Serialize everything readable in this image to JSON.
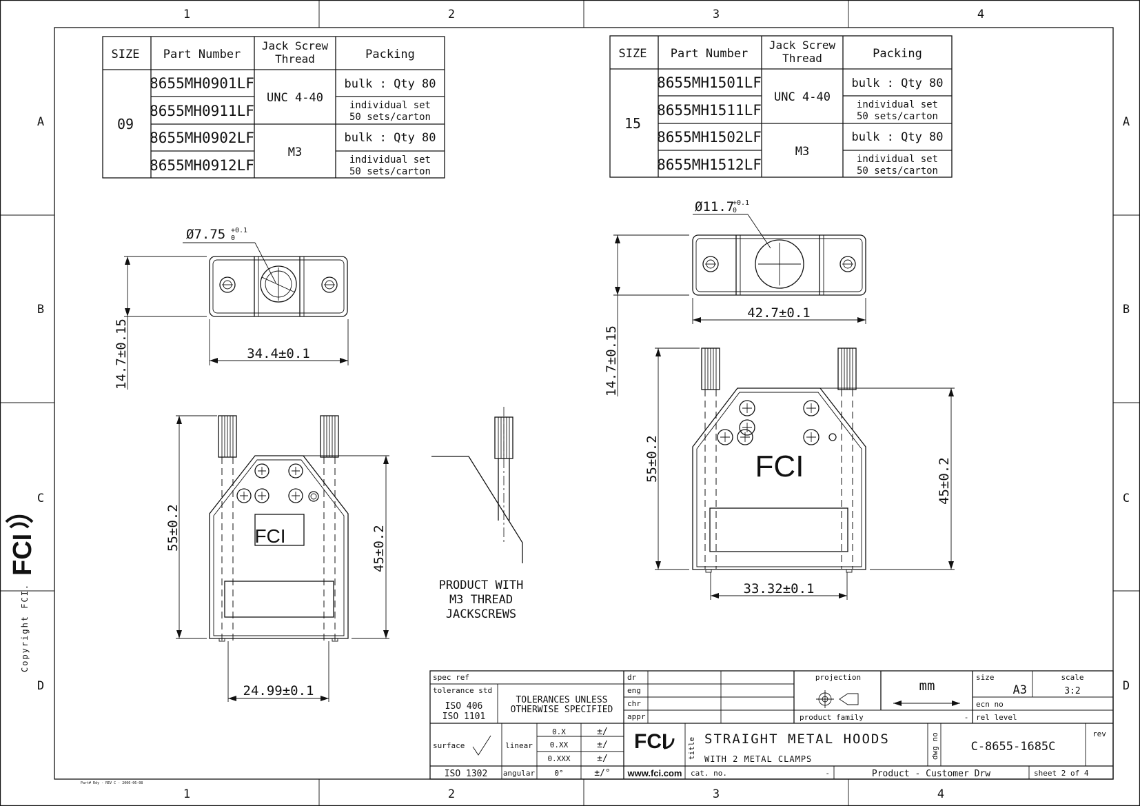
{
  "grid": {
    "columns": [
      "1",
      "2",
      "3",
      "4"
    ],
    "rows": [
      "A",
      "B",
      "C",
      "D"
    ]
  },
  "sidebar": {
    "copyright": "Copyright FCI.",
    "logo": "FCI"
  },
  "footer_note": "Part# Rdy - REV C - 2006-06-08",
  "table_left": {
    "headers": [
      "SIZE",
      "Part Number",
      "Jack Screw Thread",
      "Packing"
    ],
    "size": "09",
    "parts": [
      "8655MH0901LF",
      "8655MH0911LF",
      "8655MH0902LF",
      "8655MH0912LF"
    ],
    "threads": [
      "UNC 4-40",
      "M3"
    ],
    "packing": [
      [
        "bulk : Qty 80"
      ],
      [
        "individual  set",
        "50 sets/carton"
      ],
      [
        "bulk : Qty 80"
      ],
      [
        "individual  set",
        "50 sets/carton"
      ]
    ]
  },
  "table_right": {
    "headers": [
      "SIZE",
      "Part Number",
      "Jack Screw Thread",
      "Packing"
    ],
    "size": "15",
    "parts": [
      "8655MH1501LF",
      "8655MH1511LF",
      "8655MH1502LF",
      "8655MH1512LF"
    ],
    "threads": [
      "UNC 4-40",
      "M3"
    ],
    "packing": [
      [
        "bulk : Qty 80"
      ],
      [
        "individual  set",
        "50 sets/carton"
      ],
      [
        "bulk : Qty 80"
      ],
      [
        "individual  set",
        "50 sets/carton"
      ]
    ]
  },
  "dims_left": {
    "dia": "Ø7.75",
    "dia_tol_up": "+0.1",
    "dia_tol_low": "0",
    "width_top": "34.4±0.1",
    "height_top": "14.7±0.15",
    "height_total": "55±0.2",
    "height_body": "45±0.2",
    "width_bottom": "24.99±0.1",
    "logo": "FCI"
  },
  "dims_right": {
    "dia": "Ø11.7",
    "dia_tol_up": "+0.1",
    "dia_tol_low": "0",
    "width_top": "42.7±0.1",
    "height_top": "14.7±0.15",
    "height_total": "55±0.2",
    "height_body": "45±0.2",
    "width_bottom": "33.32±0.1",
    "logo": "FCI"
  },
  "note_m3": [
    "PRODUCT WITH",
    "M3 THREAD",
    "JACKSCREWS"
  ],
  "title_block": {
    "spec_ref": "spec ref",
    "tolerance_std": "tolerance std",
    "tolerances_note": [
      "TOLERANCES UNLESS",
      "OTHERWISE SPECIFIED"
    ],
    "iso": [
      "ISO 406",
      "ISO 1101"
    ],
    "surface": "surface",
    "linear": "linear",
    "angular": "angular",
    "iso_1302": "ISO 1302",
    "lin_rows": [
      [
        "0.X",
        "±/"
      ],
      [
        "0.XX",
        "±/"
      ],
      [
        "0.XXX",
        "±/"
      ]
    ],
    "ang_row": [
      "0°",
      "±/°"
    ],
    "roles": [
      "dr",
      "eng",
      "chr",
      "appr"
    ],
    "projection": "projection",
    "units": "mm",
    "size_label": "size",
    "size_value": "A3",
    "scale_label": "scale",
    "scale_value": "3:2",
    "ecn_no": "ecn no",
    "product_family": "product family",
    "dash": "-",
    "rel_level": "rel level",
    "title_label": "title",
    "title_line1": "STRAIGHT METAL HOODS",
    "title_line2": "WITH 2 METAL CLAMPS",
    "dwg_no_label": "dwg no",
    "dwg_no": "C-8655-1685C",
    "rev": "rev",
    "website": "www.fci.com",
    "cat_no": "cat. no.",
    "product_customer": "Product - Customer Drw",
    "sheet": "sheet 2 of 4",
    "logo": "FCI"
  }
}
